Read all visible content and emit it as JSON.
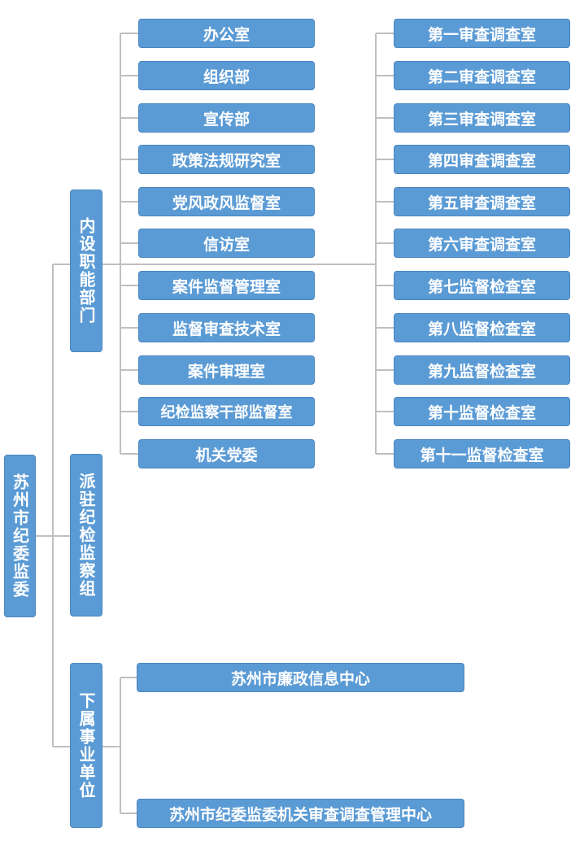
{
  "root": "苏州市纪委监委",
  "branches": [
    {
      "label": "内设职能部门",
      "children": [
        "办公室",
        "组织部",
        "宣传部",
        "政策法规研究室",
        "党风政风监督室",
        "信访室",
        "案件监督管理室",
        "监督审查技术室",
        "案件审理室",
        "纪检监察干部监督室",
        "机关党委"
      ],
      "children_right": [
        "第一审查调查室",
        "第二审查调查室",
        "第三审查调查室",
        "第四审查调查室",
        "第五审查调查室",
        "第六审查调查室",
        "第七监督检查室",
        "第八监督检查室",
        "第九监督检查室",
        "第十监督检查室",
        "第十一监督检查室"
      ]
    },
    {
      "label": "派驻纪检监察组",
      "children": []
    },
    {
      "label": "下属事业单位",
      "children": [
        "苏州市廉政信息中心",
        "苏州市纪委监委机关审查调查管理中心"
      ]
    }
  ],
  "colors": {
    "box_fill": "#5b9bd5",
    "box_border": "#4a86c0",
    "connector": "#bfbfbf",
    "text": "#ffffff"
  }
}
